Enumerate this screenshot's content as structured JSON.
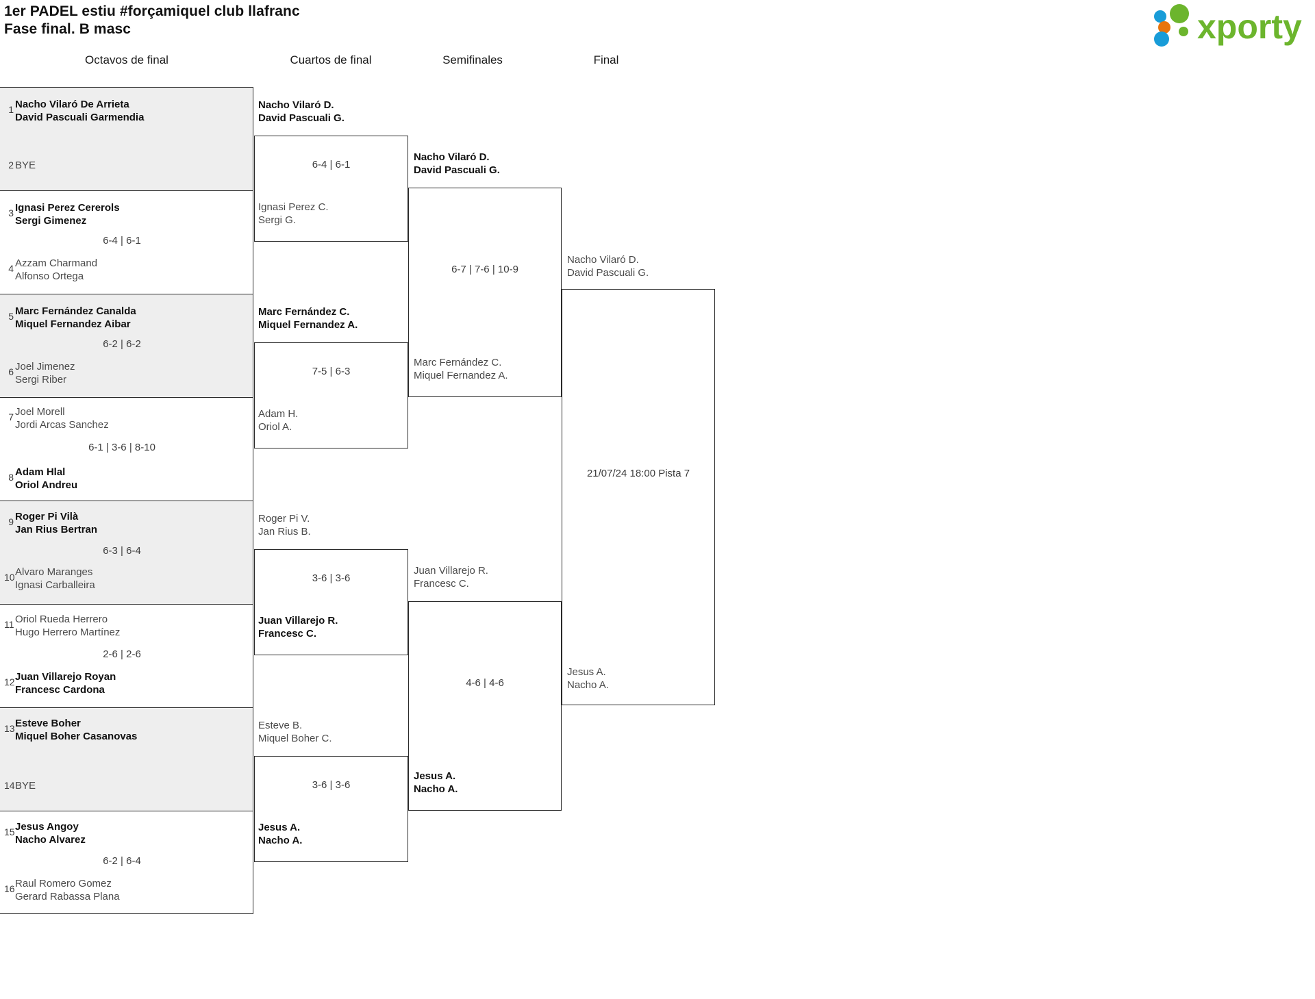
{
  "header": {
    "title_line1": "1er PADEL estiu #forçamiquel club llafranc",
    "title_line2": "Fase final. B masc",
    "logo_text": "xporty",
    "logo_colors": {
      "green": "#6cb52d",
      "blue": "#189cd8",
      "orange": "#e8740c"
    }
  },
  "rounds": [
    {
      "label": "Octavos de final"
    },
    {
      "label": "Cuartos de final"
    },
    {
      "label": "Semifinales"
    },
    {
      "label": "Final"
    }
  ],
  "round1": [
    {
      "seed_top": "1",
      "top_l1": "Nacho Vilaró De Arrieta",
      "top_l2": "David Pascuali Garmendia",
      "top_state": "win",
      "seed_bot": "2",
      "bot_l1": "BYE",
      "bot_l2": "",
      "bot_state": "bye",
      "score": ""
    },
    {
      "seed_top": "3",
      "top_l1": "Ignasi Perez Cererols",
      "top_l2": "Sergi Gimenez",
      "top_state": "win",
      "seed_bot": "4",
      "bot_l1": "Azzam Charmand",
      "bot_l2": "Alfonso Ortega",
      "bot_state": "lose",
      "score": "6-4 | 6-1"
    },
    {
      "seed_top": "5",
      "top_l1": "Marc Fernández Canalda",
      "top_l2": "Miquel Fernandez Aibar",
      "top_state": "win",
      "seed_bot": "6",
      "bot_l1": "Joel Jimenez",
      "bot_l2": "Sergi Riber",
      "bot_state": "lose",
      "score": "6-2 | 6-2"
    },
    {
      "seed_top": "7",
      "top_l1": "Joel Morell",
      "top_l2": "Jordi Arcas Sanchez",
      "top_state": "lose",
      "seed_bot": "8",
      "bot_l1": "Adam Hlal",
      "bot_l2": "Oriol Andreu",
      "bot_state": "win",
      "score": "6-1 | 3-6 | 8-10"
    },
    {
      "seed_top": "9",
      "top_l1": "Roger Pi Vilà",
      "top_l2": "Jan Rius Bertran",
      "top_state": "win",
      "seed_bot": "10",
      "bot_l1": "Alvaro Maranges",
      "bot_l2": "Ignasi Carballeira",
      "bot_state": "lose",
      "score": "6-3 | 6-4"
    },
    {
      "seed_top": "11",
      "top_l1": "Oriol Rueda Herrero",
      "top_l2": "Hugo Herrero Martínez",
      "top_state": "lose",
      "seed_bot": "12",
      "bot_l1": "Juan Villarejo Royan",
      "bot_l2": "Francesc Cardona",
      "bot_state": "win",
      "score": "2-6 | 2-6"
    },
    {
      "seed_top": "13",
      "top_l1": "Esteve Boher",
      "top_l2": "Miquel Boher Casanovas",
      "top_state": "win",
      "seed_bot": "14",
      "bot_l1": "BYE",
      "bot_l2": "",
      "bot_state": "bye",
      "score": ""
    },
    {
      "seed_top": "15",
      "top_l1": "Jesus Angoy",
      "top_l2": "Nacho Alvarez",
      "top_state": "win",
      "seed_bot": "16",
      "bot_l1": "Raul Romero Gomez",
      "bot_l2": "Gerard Rabassa Plana",
      "bot_state": "lose",
      "score": "6-2 | 6-4"
    }
  ],
  "round2": [
    {
      "top_l1": "Nacho Vilaró D.",
      "top_l2": "David Pascuali G.",
      "top_state": "win",
      "bot_l1": "Ignasi Perez C.",
      "bot_l2": "Sergi G.",
      "bot_state": "lose",
      "score": "6-4 | 6-1"
    },
    {
      "top_l1": "Marc Fernández C.",
      "top_l2": "Miquel Fernandez A.",
      "top_state": "win",
      "bot_l1": "Adam H.",
      "bot_l2": "Oriol A.",
      "bot_state": "lose",
      "score": "7-5 | 6-3"
    },
    {
      "top_l1": "Roger Pi V.",
      "top_l2": "Jan Rius B.",
      "top_state": "lose",
      "bot_l1": "Juan Villarejo R.",
      "bot_l2": "Francesc C.",
      "bot_state": "win",
      "score": "3-6 | 3-6"
    },
    {
      "top_l1": "Esteve B.",
      "top_l2": "Miquel Boher C.",
      "top_state": "lose",
      "bot_l1": "Jesus A.",
      "bot_l2": "Nacho A.",
      "bot_state": "win",
      "score": "3-6 | 3-6"
    }
  ],
  "round3": [
    {
      "top_l1": "Nacho Vilaró D.",
      "top_l2": "David Pascuali G.",
      "top_state": "win",
      "bot_l1": "Marc Fernández C.",
      "bot_l2": "Miquel Fernandez A.",
      "bot_state": "lose",
      "score": "6-7 | 7-6 | 10-9"
    },
    {
      "top_l1": "Juan Villarejo R.",
      "top_l2": "Francesc C.",
      "top_state": "lose",
      "bot_l1": "Jesus A.",
      "bot_l2": "Nacho A.",
      "bot_state": "win",
      "score": "4-6 | 4-6"
    }
  ],
  "round4": {
    "top_l1": "Nacho Vilaró D.",
    "top_l2": "David Pascuali G.",
    "top_state": "lose",
    "bot_l1": "Jesus A.",
    "bot_l2": "Nacho A.",
    "bot_state": "lose",
    "score": "21/07/24 18:00 Pista 7"
  }
}
